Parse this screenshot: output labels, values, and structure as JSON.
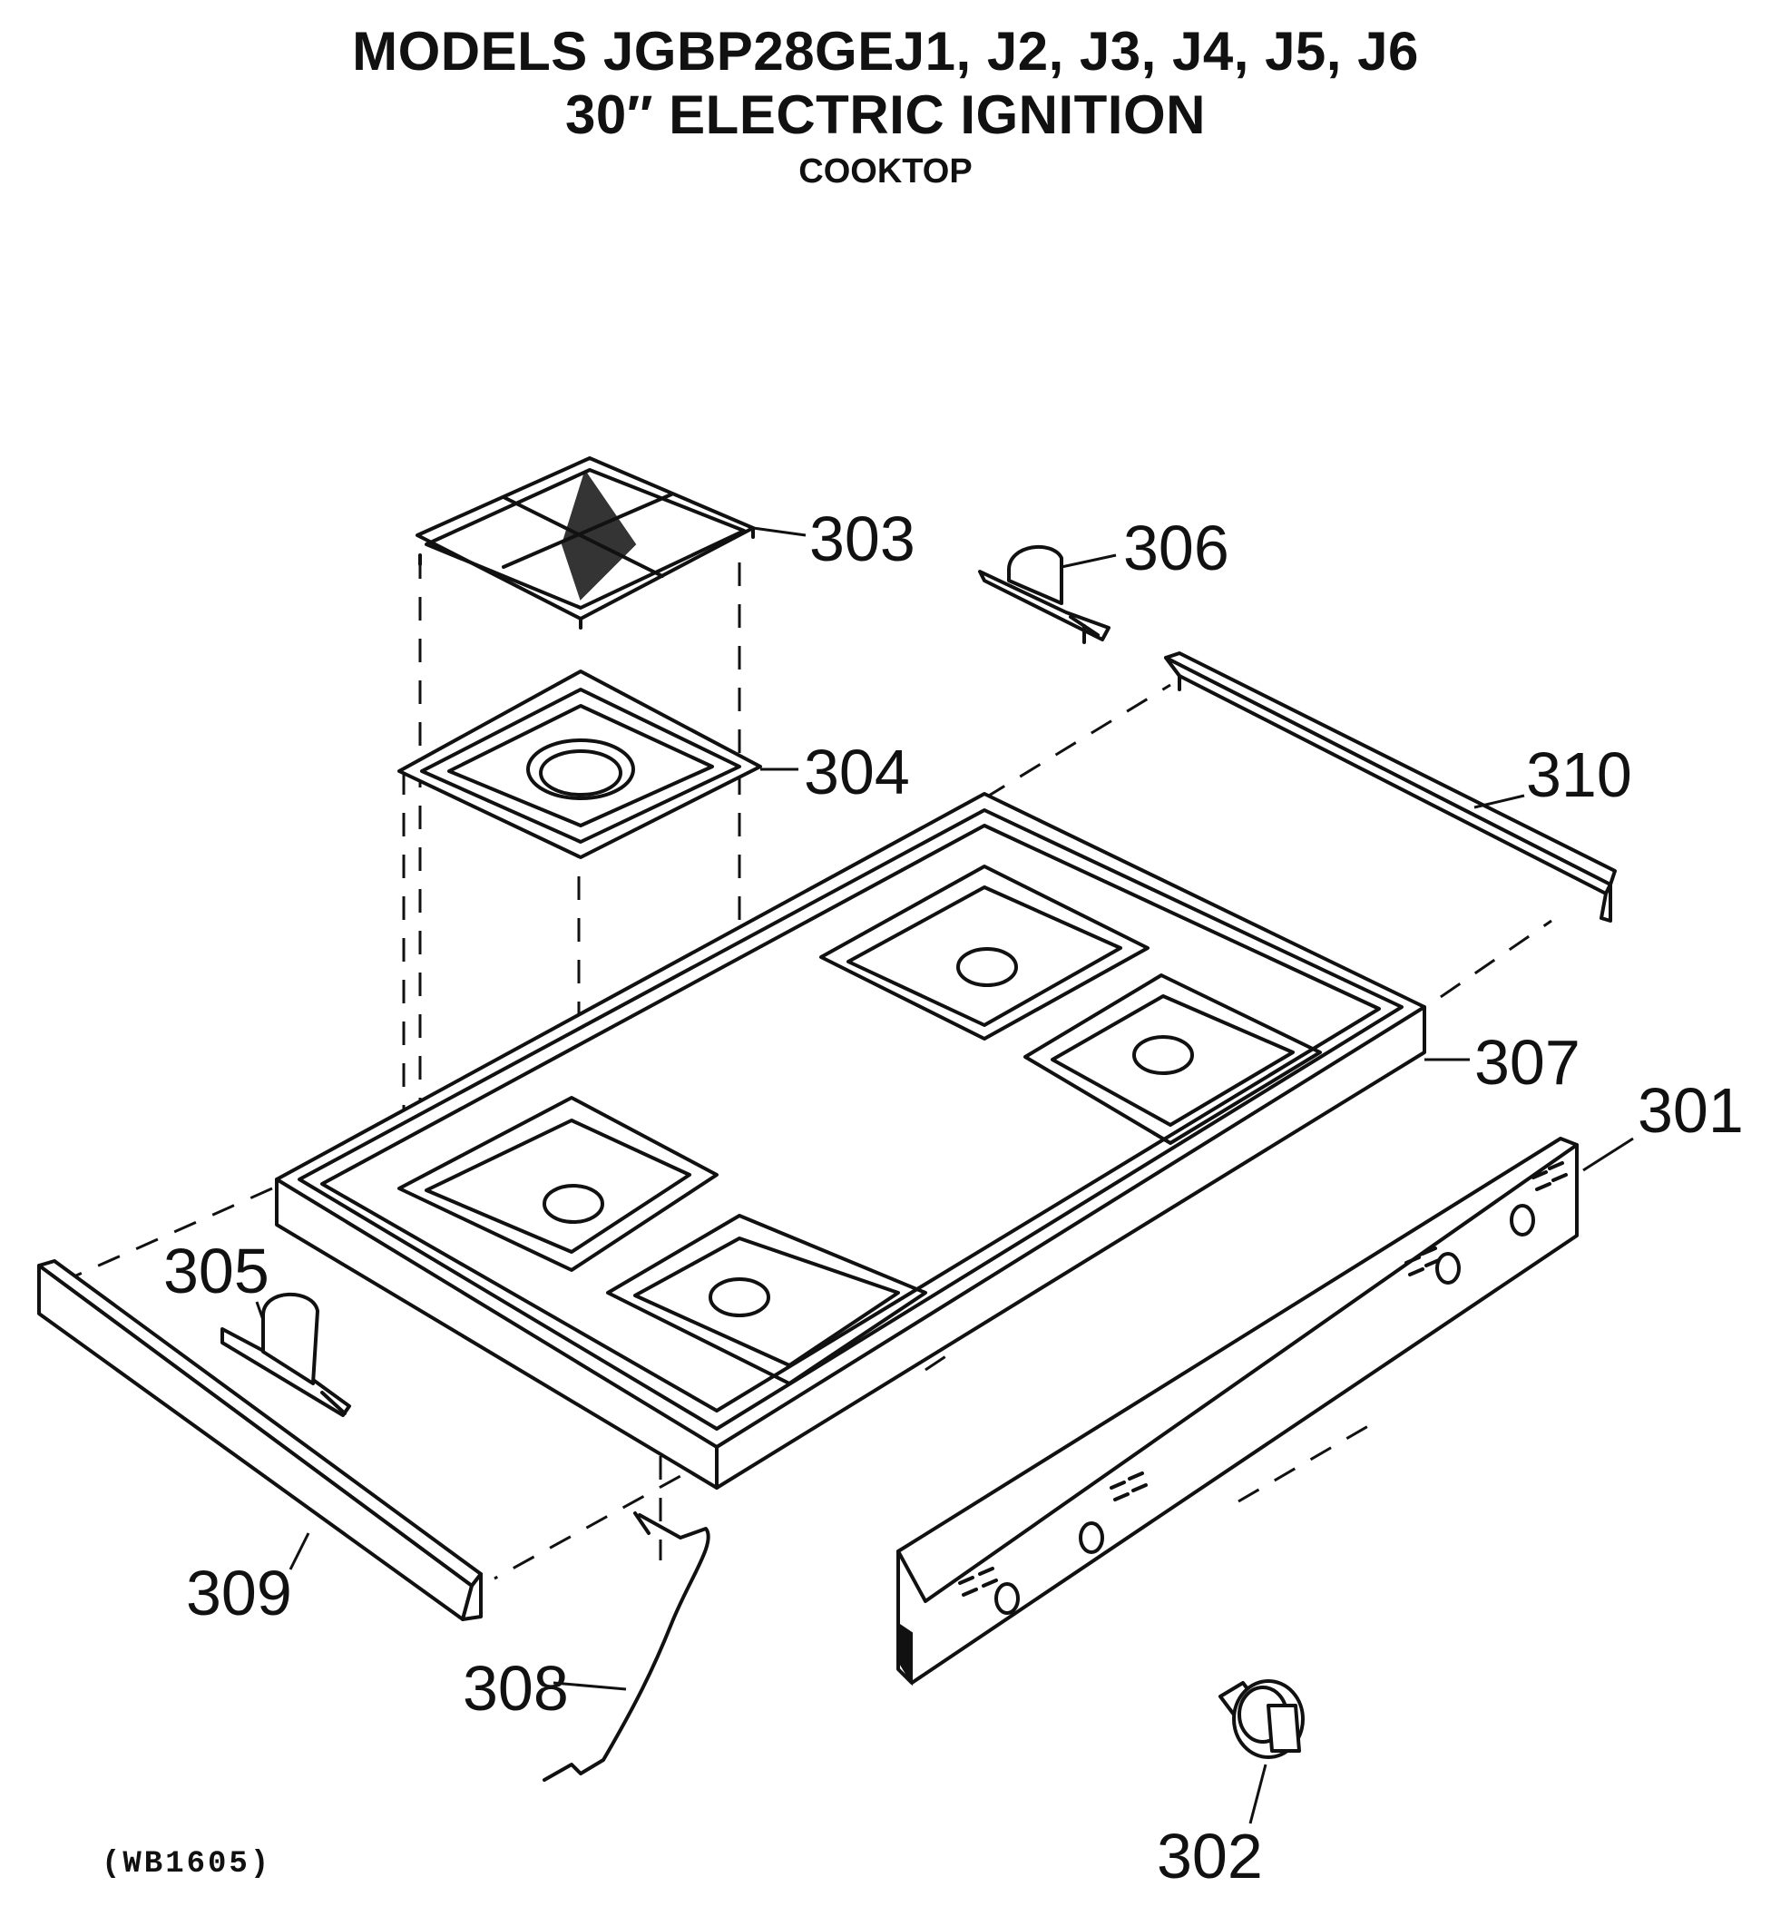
{
  "title": {
    "line1": "MODELS JGBP28GEJ1, J2, J3, J4, J5, J6",
    "line2": "30″ ELECTRIC IGNITION",
    "line3": "COOKTOP"
  },
  "parts": [
    {
      "id": "303"
    },
    {
      "id": "306"
    },
    {
      "id": "304"
    },
    {
      "id": "310"
    },
    {
      "id": "307"
    },
    {
      "id": "301"
    },
    {
      "id": "305"
    },
    {
      "id": "309"
    },
    {
      "id": "308"
    },
    {
      "id": "302"
    }
  ],
  "diagram_code": "(WB1605)"
}
